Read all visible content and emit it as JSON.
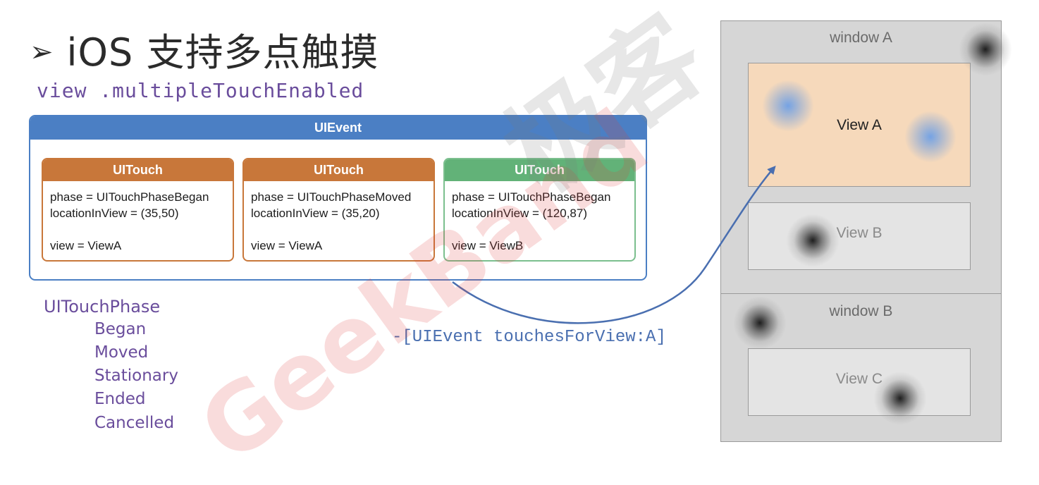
{
  "title": {
    "arrow": "➢",
    "text": "iOS 支持多点触摸"
  },
  "subtitle": "view .multipleTouchEnabled",
  "uievent": {
    "header": "UIEvent",
    "touches": [
      {
        "header": "UITouch",
        "phase": "phase = UITouchPhaseBegan",
        "location": "locationInView = (35,50)",
        "view": "view = ViewA",
        "color": "#c8773a"
      },
      {
        "header": "UITouch",
        "phase": "phase = UITouchPhaseMoved",
        "location": "locationInView = (35,20)",
        "view": "view = ViewA",
        "color": "#c8773a"
      },
      {
        "header": "UITouch",
        "phase": "phase = UITouchPhaseBegan",
        "location": "locationInView = (120,87)",
        "view": "view = ViewB",
        "color": "#62b278"
      }
    ]
  },
  "touch_phase": {
    "title": "UITouchPhase",
    "items": [
      "Began",
      "Moved",
      "Stationary",
      "Ended",
      "Cancelled"
    ]
  },
  "method_call": "-[UIEvent touchesForView:A]",
  "windows": {
    "window_a": {
      "label": "window A",
      "views": [
        "View A",
        "View B"
      ]
    },
    "window_b": {
      "label": "window B",
      "views": [
        "View C"
      ]
    }
  },
  "watermark": {
    "text": "GeekBand",
    "cn": "极客"
  },
  "colors": {
    "uievent": "#4b7fc4",
    "orange": "#c8773a",
    "green": "#62b278",
    "accent_text": "#6a4d9c",
    "method_text": "#4a6fb0",
    "view_a_fill": "#f6d9bb"
  }
}
